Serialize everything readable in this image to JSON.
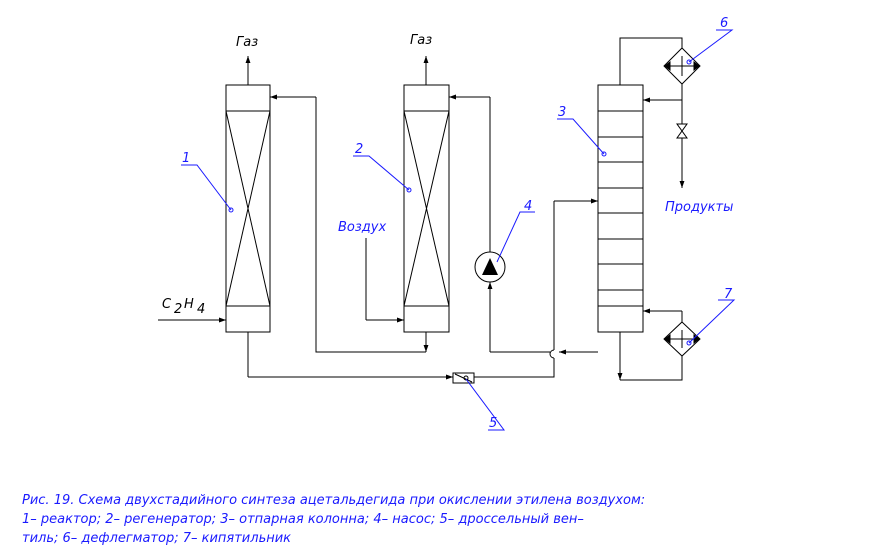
{
  "labels": {
    "gas_left": "Газ",
    "gas_right": "Газ",
    "air": "Воздух",
    "products": "Продукты",
    "c2h4_c": "C",
    "c2h4_sub2": "2",
    "c2h4_h": "H",
    "c2h4_sub4": "4"
  },
  "callouts": {
    "n1": "1",
    "n2": "2",
    "n3": "3",
    "n4": "4",
    "n5": "5",
    "n6": "6",
    "n7": "7"
  },
  "caption": {
    "line1": "Рис. 19.  Схема двухстадийного синтеза ацетальдегида при окислении этилена воздухом:",
    "line2": "1– реактор; 2– регенератор; 3– отпарная колонна; 4– насос; 5– дроссельный вен–",
    "line3": "тиль; 6– дефлегматор; 7– кипятильник"
  }
}
